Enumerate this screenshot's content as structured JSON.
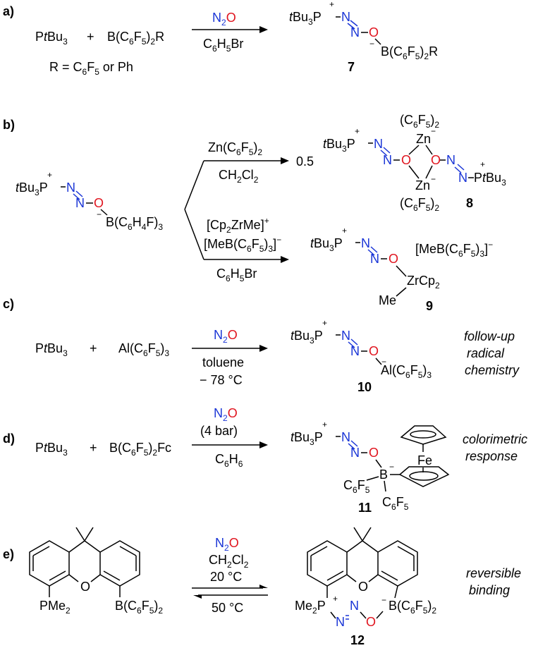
{
  "colors": {
    "nitrogen": "#1a35d6",
    "oxygen": "#e0141e",
    "bonds": "#000000"
  },
  "panels": {
    "a": {
      "label": "a)",
      "reagent1": "PtBu3",
      "plus": "+",
      "reagent2": "B(C6F5)2R",
      "r_def": "R = C6F5 or Ph",
      "gas": "N2O",
      "solvent": "C6H5Br",
      "product_num": "7"
    },
    "b": {
      "label": "b)",
      "start": "tBu3P–N=N–O–B(C6H4F)3",
      "upper_reagent": "Zn(C6F5)2",
      "upper_solvent": "CH2Cl2",
      "upper_coeff": "0.5",
      "upper_num": "8",
      "lower_reagent1": "[Cp2ZrMe]+",
      "lower_reagent2": "[MeB(C6F5)3]−",
      "lower_solvent": "C6H5Br",
      "lower_counterion": "[MeB(C6F5)3]−",
      "lower_num": "9"
    },
    "c": {
      "label": "c)",
      "reagent1": "PtBu3",
      "plus": "+",
      "reagent2": "Al(C6F5)3",
      "gas": "N2O",
      "solvent": "toluene",
      "temp": "− 78 °C",
      "product_num": "10",
      "note": [
        "follow-up",
        "radical",
        "chemistry"
      ]
    },
    "d": {
      "label": "d)",
      "reagent1": "PtBu3",
      "plus": "+",
      "reagent2": "B(C6F5)2Fc",
      "gas": "N2O",
      "pressure": "(4 bar)",
      "solvent": "C6H6",
      "product_num": "11",
      "note": [
        "colorimetric",
        "response"
      ]
    },
    "e": {
      "label": "e)",
      "gas": "N2O",
      "solvent": "CH2Cl2",
      "temp_forward": "20 °C",
      "temp_reverse": "50 °C",
      "start_left": "PMe2",
      "start_right": "B(C6F5)2",
      "product_num": "12",
      "note": [
        "reversible",
        "binding"
      ]
    }
  }
}
